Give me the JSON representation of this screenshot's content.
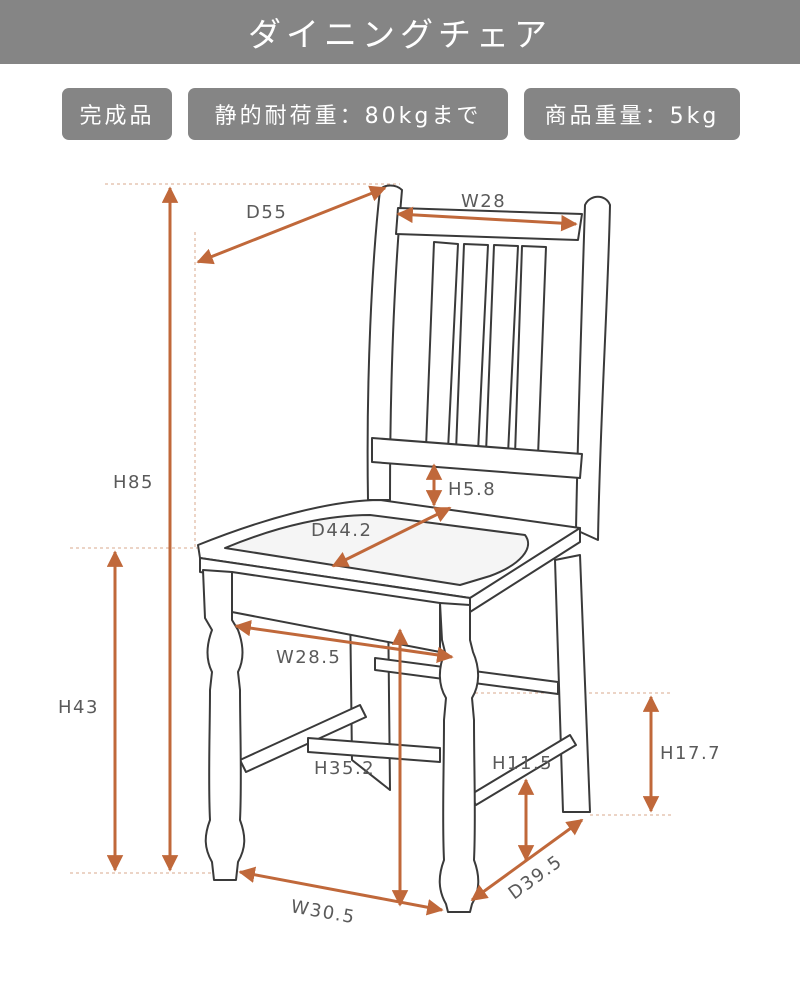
{
  "header": {
    "title": "ダイニングチェア"
  },
  "badges": [
    {
      "label": "完成品"
    },
    {
      "label": "静的耐荷重：80kgまで"
    },
    {
      "label": "商品重量：5kg"
    }
  ],
  "dimensions": {
    "d55": "D55",
    "w28": "W28",
    "h85": "H85",
    "h5_8": "H5.8",
    "d44_2": "D44.2",
    "h43": "H43",
    "w28_5": "W28.5",
    "h17_7": "H17.7",
    "h35_2": "H35.2",
    "h11_5": "H11.5",
    "d39_5": "D39.5",
    "w30_5": "W30.5"
  },
  "colors": {
    "header_bg": "#858585",
    "arrow": "#c0683a",
    "outline": "#3a3a3a",
    "label": "#5a5a5a"
  }
}
